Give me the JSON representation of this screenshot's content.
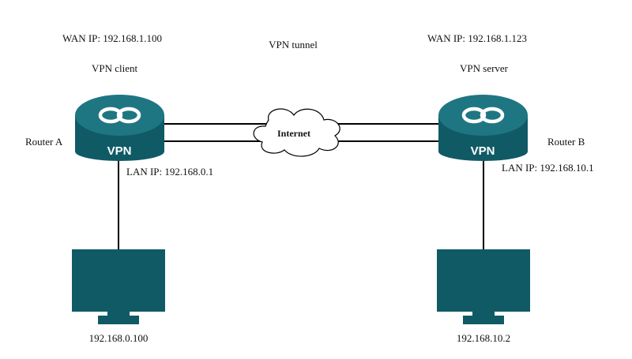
{
  "colors": {
    "device_dark": "#105a66",
    "device_top": "#1f7683",
    "line": "#000000",
    "background": "#ffffff"
  },
  "tunnel": {
    "label": "VPN tunnel",
    "cloud_label": "Internet"
  },
  "router_a": {
    "name": "Router A",
    "wan_ip": "WAN IP: 192.168.1.100",
    "role": "VPN client",
    "lan_ip": "LAN IP: 192.168.0.1",
    "badge": "VPN",
    "icon": "link-icon"
  },
  "router_b": {
    "name": "Router B",
    "wan_ip": "WAN IP: 192.168.1.123",
    "role": "VPN server",
    "lan_ip": "LAN IP: 192.168.10.1",
    "badge": "VPN",
    "icon": "link-icon"
  },
  "pc_a": {
    "ip": "192.168.0.100",
    "icon": "monitor-icon"
  },
  "pc_b": {
    "ip": "192.168.10.2",
    "icon": "monitor-icon"
  }
}
